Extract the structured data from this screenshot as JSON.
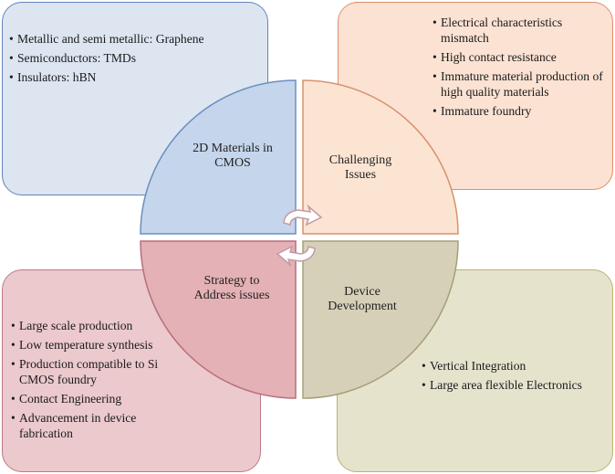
{
  "boxes": {
    "top_left": [
      "Metallic and semi metallic: Graphene",
      "Semiconductors: TMDs",
      "Insulators: hBN"
    ],
    "top_right": [
      "Electrical characteristics mismatch",
      "High contact resistance",
      " Immature material production of high quality materials",
      "Immature foundry"
    ],
    "bottom_left": [
      "Large scale production",
      "Low temperature synthesis",
      "Production compatible to Si CMOS foundry",
      "Contact Engineering",
      "Advancement in device fabrication"
    ],
    "bottom_right": [
      "Vertical Integration",
      "Large area flexible Electronics"
    ]
  },
  "quadrants": {
    "top_left": "2D Materials in CMOS",
    "top_right": "Challenging Issues",
    "bottom_left": "Strategy to Address issues",
    "bottom_right": "Device Development"
  },
  "colors": {
    "blue_fill": "#dde5f1",
    "blue_quadrant": "#c5d5ec",
    "peach_fill": "#fbe2d3",
    "peach_quadrant": "#fce4d3",
    "rose_fill": "#ebc9cd",
    "rose_quadrant": "#e3b1b6",
    "olive_fill": "#e6e3cd",
    "olive_quadrant": "#d6d0b9"
  },
  "icons": [
    "cycle-arrows-icon"
  ]
}
